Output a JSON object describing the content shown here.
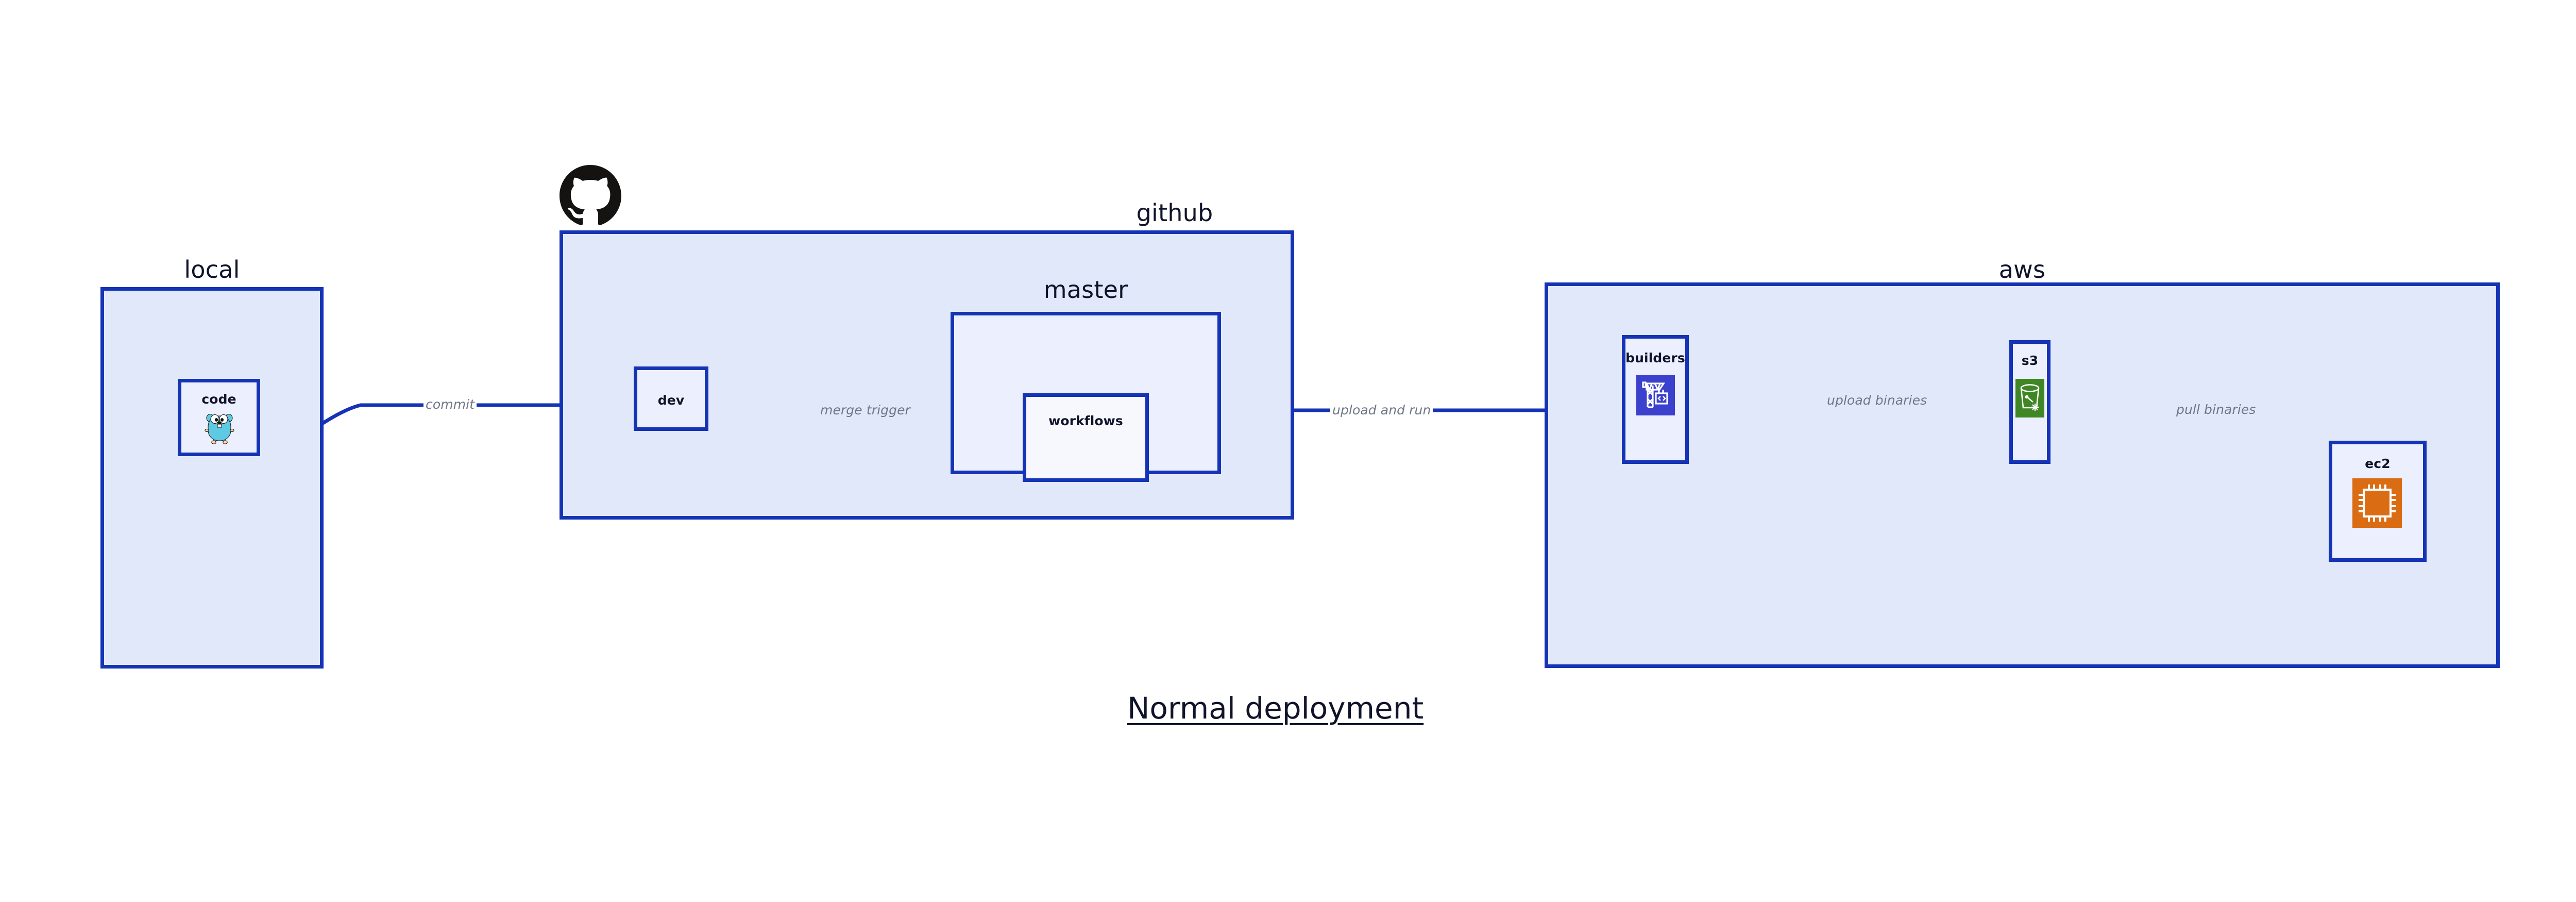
{
  "diagram": {
    "title": "Normal deployment",
    "accent_border": "#1433b5",
    "group_fill": "#e1e8fa",
    "node_fill": "#eceffd",
    "edge_label_color": "#6e7687",
    "text_color": "#10142a"
  },
  "groups": [
    {
      "id": "local",
      "label": "local"
    },
    {
      "id": "github",
      "label": "github"
    },
    {
      "id": "master",
      "label": "master"
    },
    {
      "id": "aws",
      "label": "aws"
    }
  ],
  "nodes": [
    {
      "id": "code",
      "label": "code",
      "icon": "go-gopher-icon",
      "icon_color": "#5dc9e2"
    },
    {
      "id": "dev",
      "label": "dev",
      "icon": null,
      "icon_color": null
    },
    {
      "id": "workflows",
      "label": "workflows",
      "icon": null,
      "icon_color": null
    },
    {
      "id": "builders",
      "label": "builders",
      "icon": "aws-codebuild-icon",
      "icon_color": "#3b41cc"
    },
    {
      "id": "s3",
      "label": "s3",
      "icon": "aws-s3-glacier-icon",
      "icon_color": "#3f8624"
    },
    {
      "id": "ec2",
      "label": "ec2",
      "icon": "aws-ec2-icon",
      "icon_color": "#da6c14"
    }
  ],
  "edges": [
    {
      "id": "commit",
      "from": "code",
      "to": "dev",
      "label": "commit"
    },
    {
      "id": "merge-trigger",
      "from": "dev",
      "to": "workflows",
      "label": "merge trigger"
    },
    {
      "id": "upload-and-run",
      "from": "workflows",
      "to": "builders",
      "label": "upload and run"
    },
    {
      "id": "upload-binaries",
      "from": "builders",
      "to": "s3",
      "label": "upload binaries"
    },
    {
      "id": "pull-binaries",
      "from": "s3",
      "to": "ec2",
      "label": "pull binaries"
    }
  ],
  "logos": [
    {
      "id": "github-octocat",
      "icon": "github-octocat-icon",
      "color": "#151312"
    }
  ]
}
